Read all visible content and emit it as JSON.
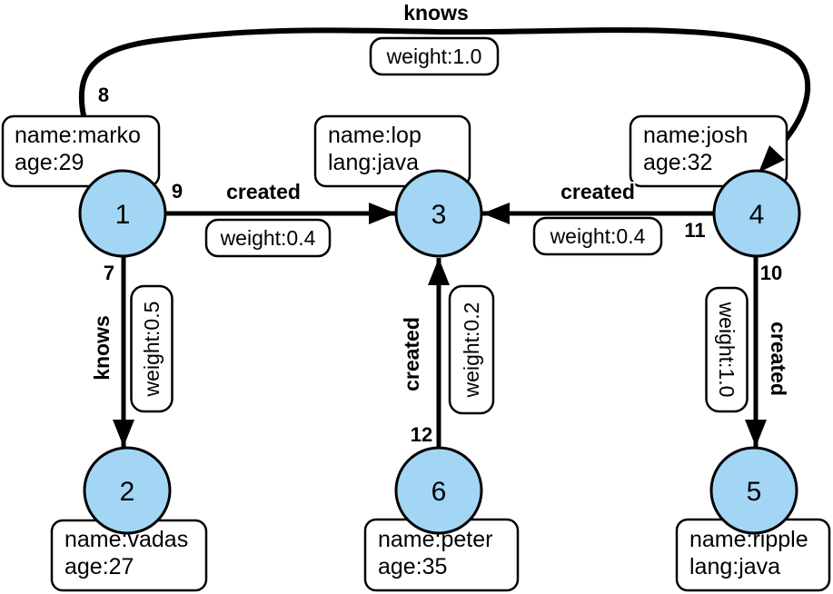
{
  "colors": {
    "node_fill": "#A3D6F5",
    "node_border": "#000000",
    "edge": "#000000",
    "box_fill": "#ffffff"
  },
  "nodes": [
    {
      "id": "1",
      "properties": [
        "name:marko",
        "age:29"
      ]
    },
    {
      "id": "2",
      "properties": [
        "name:vadas",
        "age:27"
      ]
    },
    {
      "id": "3",
      "properties": [
        "name:lop",
        "lang:java"
      ]
    },
    {
      "id": "4",
      "properties": [
        "name:josh",
        "age:32"
      ]
    },
    {
      "id": "5",
      "properties": [
        "name:ripple",
        "lang:java"
      ]
    },
    {
      "id": "6",
      "properties": [
        "name:peter",
        "age:35"
      ]
    }
  ],
  "edges": [
    {
      "id": "7",
      "label": "knows",
      "weight": "weight:0.5",
      "from": "1",
      "to": "2"
    },
    {
      "id": "8",
      "label": "knows",
      "weight": "weight:1.0",
      "from": "1",
      "to": "4"
    },
    {
      "id": "9",
      "label": "created",
      "weight": "weight:0.4",
      "from": "1",
      "to": "3"
    },
    {
      "id": "10",
      "label": "created",
      "weight": "weight:1.0",
      "from": "4",
      "to": "5"
    },
    {
      "id": "11",
      "label": "created",
      "weight": "weight:0.4",
      "from": "4",
      "to": "3"
    },
    {
      "id": "12",
      "label": "created",
      "weight": "weight:0.2",
      "from": "6",
      "to": "3"
    }
  ]
}
